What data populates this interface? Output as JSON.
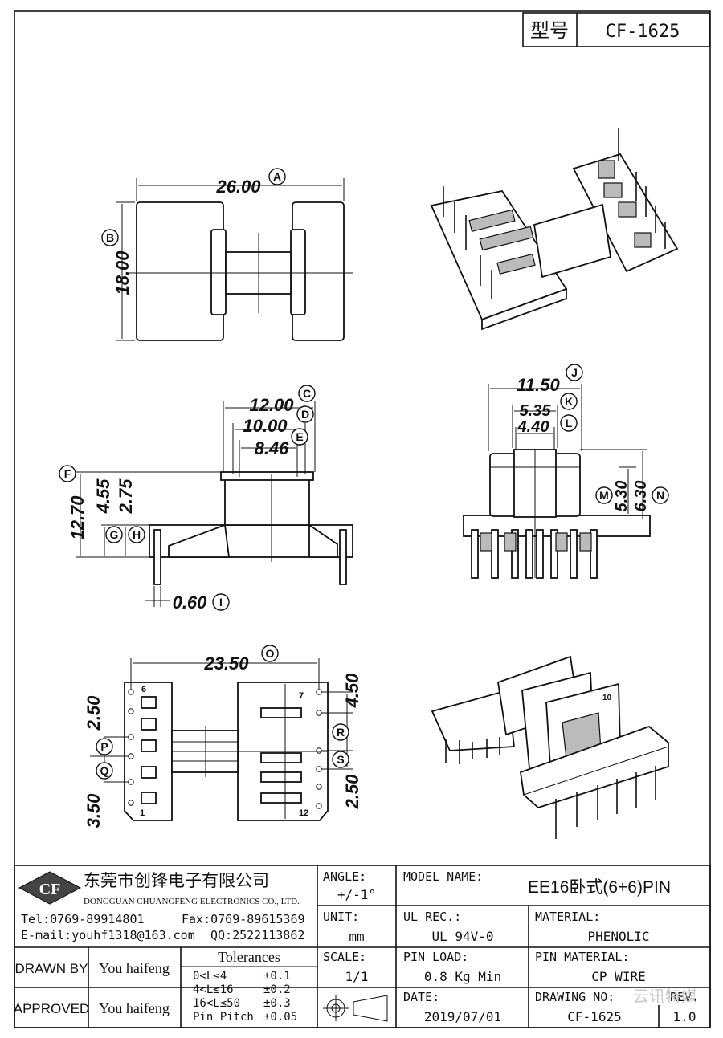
{
  "header": {
    "model_label": "型号",
    "model_value": "CF-1625"
  },
  "dims": {
    "A": "26.00",
    "B": "18.00",
    "C": "12.00",
    "D": "10.00",
    "E": "8.46",
    "F": "12.70",
    "G": "4.55",
    "H": "2.75",
    "I": "0.60",
    "J": "11.50",
    "K": "5.35",
    "L": "4.40",
    "M": "5.30",
    "N": "6.30",
    "O": "23.50",
    "P": "2.50",
    "Q": "3.50",
    "R": "4.50",
    "S": "2.50"
  },
  "markers": [
    "A",
    "B",
    "C",
    "D",
    "E",
    "F",
    "G",
    "H",
    "I",
    "J",
    "K",
    "L",
    "M",
    "N",
    "O",
    "P",
    "Q",
    "R",
    "S"
  ],
  "pins": {
    "p6": "6",
    "p1": "1",
    "p7": "7",
    "p12": "12",
    "p10": "10"
  },
  "company": {
    "logo": "CF",
    "name_cn": "东莞市创锋电子有限公司",
    "name_en": "DONGGUAN CHUANGFENG ELECTRONICS CO., LTD.",
    "tel": "Tel:0769-89914801",
    "fax": "Fax:0769-89615369",
    "email": "E-mail:youhf1318@163.com",
    "qq": "QQ:2522113862"
  },
  "title_block": {
    "angle_label": "ANGLE:",
    "angle_value": "+/-1°",
    "model_name_label": "MODEL NAME:",
    "model_name_value": "EE16卧式(6+6)PIN",
    "unit_label": "UNIT:",
    "unit_value": "mm",
    "ul_label": "UL REC.:",
    "ul_value": "UL 94V-0",
    "material_label": "MATERIAL:",
    "material_value": "PHENOLIC",
    "scale_label": "SCALE:",
    "scale_value": "1/1",
    "pin_load_label": "PIN LOAD:",
    "pin_load_value": "0.8 Kg Min",
    "pin_material_label": "PIN MATERIAL:",
    "pin_material_value": "CP WIRE",
    "date_label": "DATE:",
    "date_value": "2019/07/01",
    "drawing_no_label": "DRAWING NO:",
    "drawing_no_value": "CF-1625",
    "rev_label": "REV.",
    "rev_value": "1.0",
    "drawn_by_label": "DRAWN BY",
    "drawn_by_value": "You haifeng",
    "approved_label": "APPROVED",
    "approved_value": "You haifeng",
    "tolerances_title": "Tolerances",
    "tol_rows": [
      {
        "range": "0<L≤4",
        "value": "±0.1"
      },
      {
        "range": "4<L≤16",
        "value": "±0.2"
      },
      {
        "range": "16<L≤50",
        "value": "±0.3"
      },
      {
        "range": "Pin Pitch",
        "value": "±0.05"
      }
    ]
  },
  "watermark": "云讯特媒"
}
